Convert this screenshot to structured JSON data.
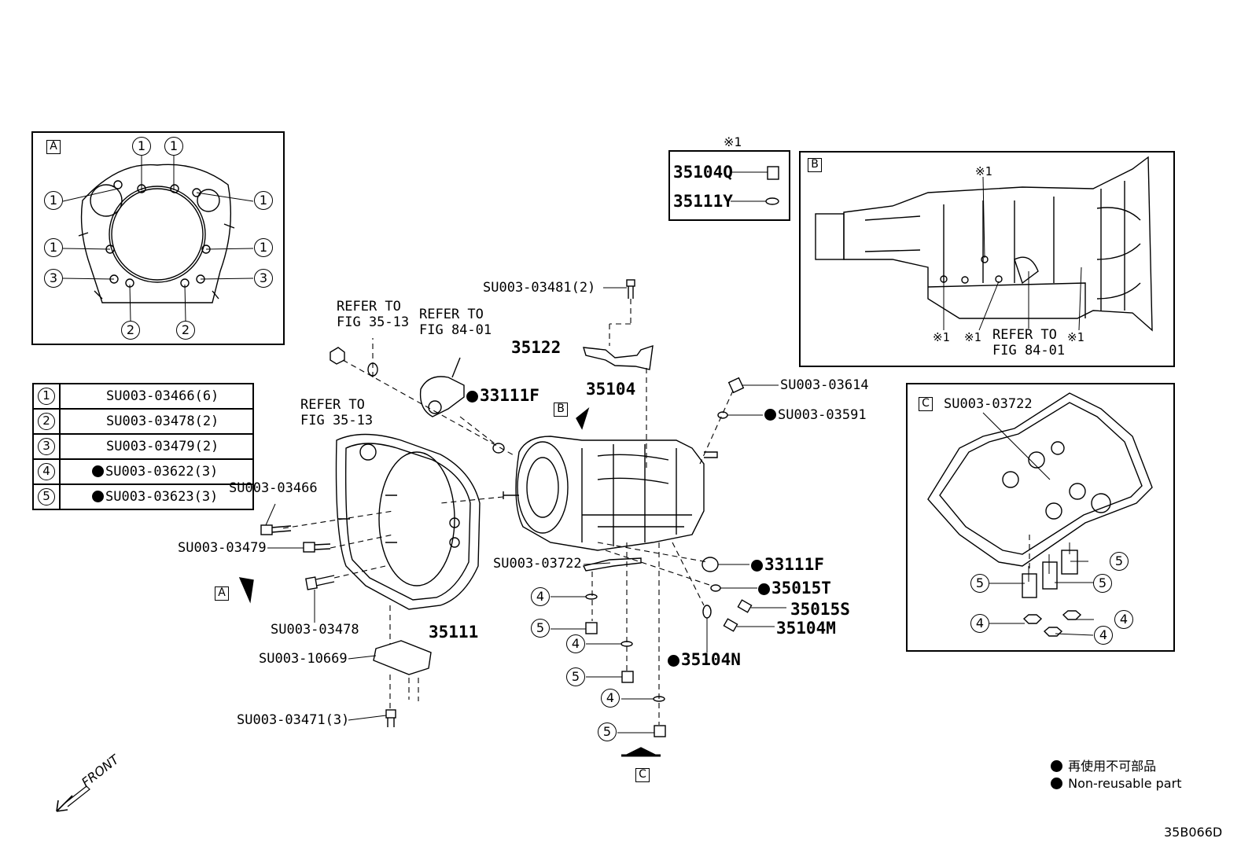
{
  "legend_parts": [
    {
      "num": "1",
      "part": "SU003-03466(6)",
      "non_reusable": false
    },
    {
      "num": "2",
      "part": "SU003-03478(2)",
      "non_reusable": false
    },
    {
      "num": "3",
      "part": "SU003-03479(2)",
      "non_reusable": false
    },
    {
      "num": "4",
      "part": "SU003-03622(3)",
      "non_reusable": true
    },
    {
      "num": "5",
      "part": "SU003-03623(3)",
      "non_reusable": true
    }
  ],
  "view_tags": {
    "a": "A",
    "b": "B",
    "c": "C"
  },
  "callout_nums": {
    "one": "1",
    "two": "2",
    "three": "3",
    "four": "4",
    "five": "5"
  },
  "asterisk_mark": "※1",
  "asterisk_box": {
    "part1": "35104Q",
    "part2": "35111Y"
  },
  "view_b": {
    "refer": "REFER TO",
    "fig": "FIG 84-01"
  },
  "view_c": {
    "part": "SU003-03722"
  },
  "refer": {
    "refer_to": "REFER TO",
    "fig_35_13": "FIG 35-13",
    "fig_84_01": "FIG 84-01"
  },
  "parts": {
    "su_03481": "SU003-03481(2)",
    "p35122": "35122",
    "p35104": "35104",
    "p33111f": "33111F",
    "su_03614": "SU003-03614",
    "su_03591": "SU003-03591",
    "su_03466": "SU003-03466",
    "su_03479": "SU003-03479",
    "su_03478": "SU003-03478",
    "p35111": "35111",
    "su_10669": "SU003-10669",
    "su_03471": "SU003-03471(3)",
    "su_03722": "SU003-03722",
    "p35015t": "35015T",
    "p35015s": "35015S",
    "p35104m": "35104M",
    "p35104n": "35104N"
  },
  "front_label": "FRONT",
  "note": {
    "jp": "再使用不可部品",
    "en": "Non-reusable part"
  },
  "figure_code": "35B066D"
}
